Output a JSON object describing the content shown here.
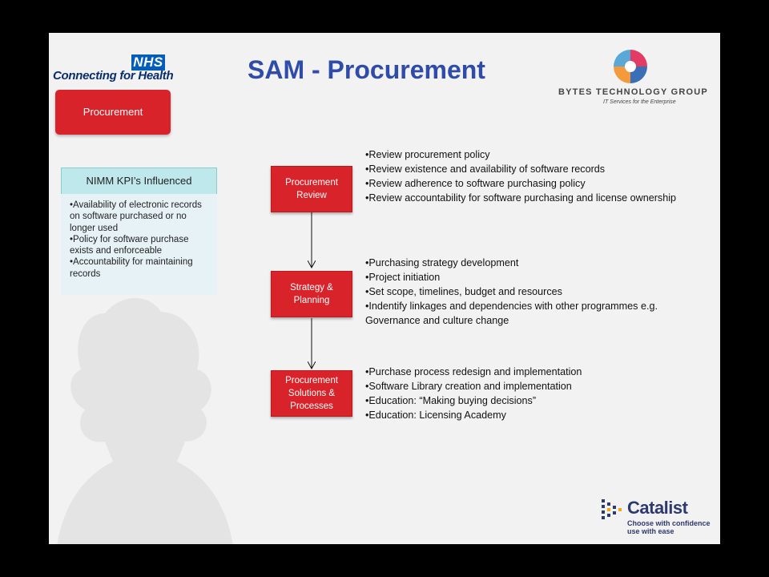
{
  "title": "SAM - Procurement",
  "logos": {
    "nhs_badge": "NHS",
    "nhs_tagline": "Connecting for Health",
    "bytes_name": "BYTES TECHNOLOGY GROUP",
    "bytes_tagline": "IT Services for the Enterprise",
    "catalist_name": "Catalist",
    "catalist_tagline_1": "Choose with confidence",
    "catalist_tagline_2": "use with ease"
  },
  "procurement_tab": "Procurement",
  "kpi": {
    "header": "NIMM KPI’s Influenced",
    "items": [
      "•Availability of electronic records on software purchased or no longer used",
      "•Policy for software purchase exists and enforceable",
      "•Accountability for maintaining records"
    ]
  },
  "steps": [
    {
      "label": "Procurement Review",
      "bullets": [
        "•Review procurement policy",
        "•Review existence and availability of software records",
        "•Review adherence to software purchasing policy",
        "•Review accountability for software purchasing and license ownership"
      ]
    },
    {
      "label": "Strategy & Planning",
      "bullets": [
        "•Purchasing strategy development",
        "•Project initiation",
        "•Set scope, timelines, budget and resources",
        "•Indentify linkages and dependencies with other programmes e.g. Governance and culture change"
      ]
    },
    {
      "label": "Procurement Solutions & Processes",
      "bullets": [
        "•Purchase process redesign and implementation",
        "•Software Library creation and implementation",
        "•Education: “Making buying decisions”",
        "•Education: Licensing Academy"
      ]
    }
  ],
  "colors": {
    "title": "#2e4ca8",
    "step_red": "#d9232a",
    "nhs_blue": "#005eb8",
    "kpi_header": "#bfe8ec",
    "kpi_body": "#e6f2f6"
  }
}
